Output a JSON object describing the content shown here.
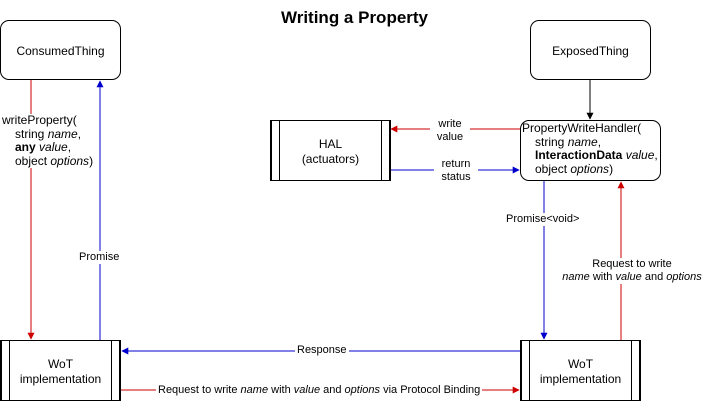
{
  "title": "Writing a Property",
  "colors": {
    "request": "#cc0000",
    "response": "#0000cc",
    "neutral": "#000000"
  },
  "nodes": {
    "consumed_thing": "ConsumedThing",
    "exposed_thing": "ExposedThing",
    "hal_title": "HAL",
    "hal_subtitle": "(actuators)",
    "wot_left_1": "WoT",
    "wot_left_2": "implementation",
    "wot_right_1": "WoT",
    "wot_right_2": "implementation"
  },
  "write_property": {
    "name": "writeProperty(",
    "p1_type": "string ",
    "p1_name": "name",
    "p1_sep": ",",
    "p2_type": "any",
    "p2_space": " ",
    "p2_name": "value",
    "p2_sep": ",",
    "p3_type": "object ",
    "p3_name": "options",
    "p3_sep": ")"
  },
  "handler": {
    "name": "PropertyWriteHandler(",
    "p1_type": "string ",
    "p1_name": "name",
    "p1_sep": ",",
    "p2_type": "InteractionData",
    "p2_space": " ",
    "p2_name": "value",
    "p2_sep": ",",
    "p3_type": "object ",
    "p3_name": "options",
    "p3_sep": ")"
  },
  "edge_labels": {
    "write_value_1": "write",
    "write_value_2": "value",
    "return_status_1": "return",
    "return_status_2": "status",
    "promise_void": "Promise<void>",
    "promise": "Promise",
    "response": "Response",
    "req_write_1": "Request to write",
    "req_write_2a": "name",
    "req_write_2b": " with ",
    "req_write_2c": "value",
    "req_write_2d": " and ",
    "req_write_2e": "options",
    "binding_a": "Request to write ",
    "binding_b": "name",
    "binding_c": " with ",
    "binding_d": "value",
    "binding_e": " and ",
    "binding_f": "options",
    "binding_g": " via Protocol Binding"
  }
}
